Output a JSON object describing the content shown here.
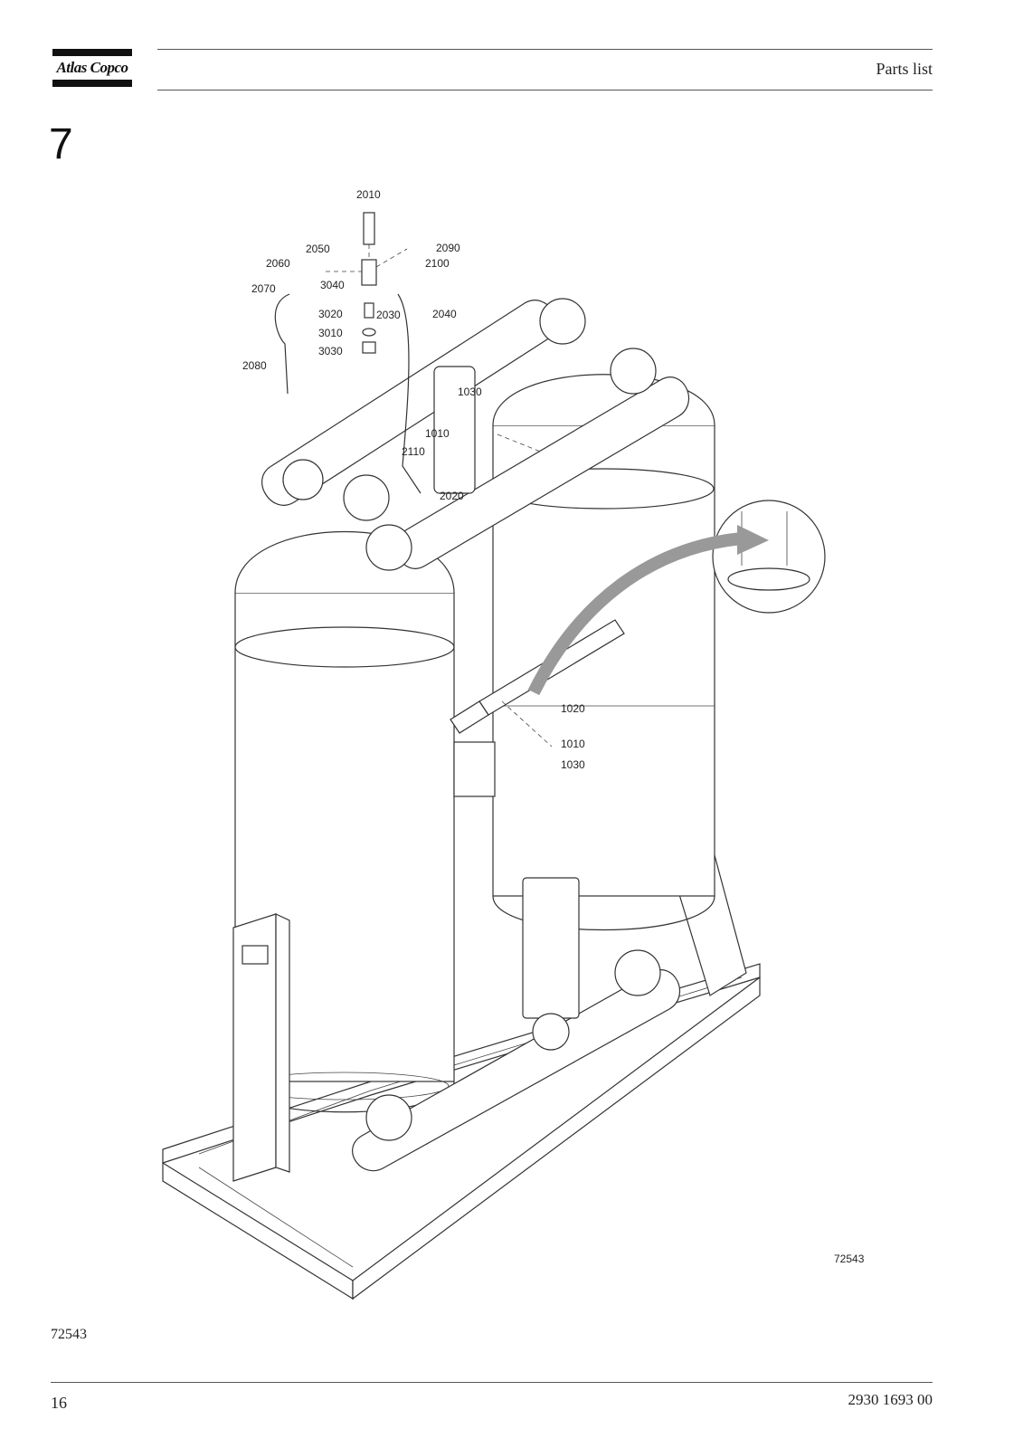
{
  "header": {
    "logo_text": "Atlas Copco",
    "section_title": "Parts list"
  },
  "chapter_number": "7",
  "figure": {
    "image_number": "72543",
    "callouts": {
      "c2010": "2010",
      "c2090": "2090",
      "c2050": "2050",
      "c2100": "2100",
      "c2060": "2060",
      "c3040": "3040",
      "c2070": "2070",
      "c3020": "3020",
      "c2030": "2030",
      "c2040": "2040",
      "c3010": "3010",
      "c3030": "3030",
      "c2080": "2080",
      "c1030a": "1030",
      "c1010a": "1010",
      "c2110": "2110",
      "c2020": "2020",
      "c1020": "1020",
      "c1010b": "1010",
      "c1030b": "1030"
    }
  },
  "below_figure_label": "72543",
  "footer": {
    "page_number": "16",
    "document_number": "2930 1693 00"
  }
}
